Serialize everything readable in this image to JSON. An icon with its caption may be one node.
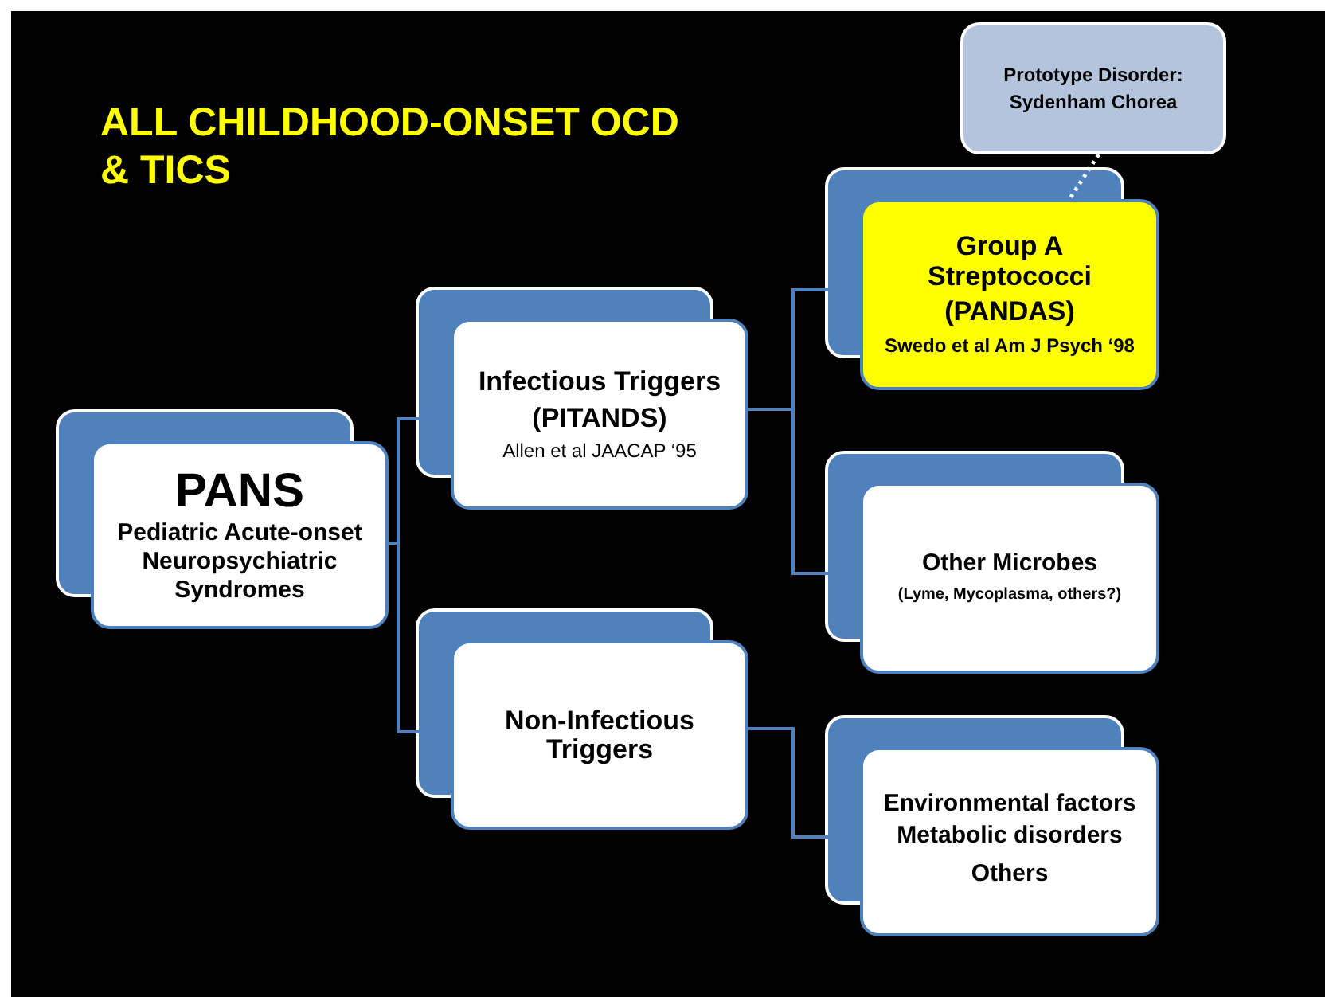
{
  "diagram": {
    "title": "ALL CHILDHOOD-ONSET OCD & TICS",
    "nodes": [
      {
        "text": [
          "PANS",
          "Pediatric Acute-onset Neuropsychiatric Syndromes"
        ]
      },
      {
        "text": [
          "Infectious Triggers",
          "(PITANDS)",
          "Allen et al JAACAP ‘95"
        ]
      },
      {
        "text": [
          "Non-Infectious Triggers"
        ]
      },
      {
        "text": [
          "Group A Streptococci",
          "(PANDAS)",
          "Swedo et al Am J Psych ‘98"
        ]
      },
      {
        "text": [
          "Other Microbes",
          "(Lyme, Mycoplasma, others?)"
        ]
      },
      {
        "text": [
          "Environmental factors",
          "Metabolic disorders",
          "Others"
        ]
      },
      {
        "text": [
          "Prototype Disorder: Sydenham Chorea"
        ]
      }
    ],
    "edges": [
      {
        "from": 0,
        "to": 1,
        "arrow": "none"
      },
      {
        "from": 0,
        "to": 2,
        "arrow": "none"
      },
      {
        "from": 1,
        "to": 3,
        "arrow": "none"
      },
      {
        "from": 1,
        "to": 4,
        "arrow": "none"
      },
      {
        "from": 2,
        "to": 5,
        "arrow": "none"
      },
      {
        "from": 6,
        "to": 3,
        "arrow": "none",
        "style": "dashed",
        "color": "#ffffff"
      }
    ]
  }
}
